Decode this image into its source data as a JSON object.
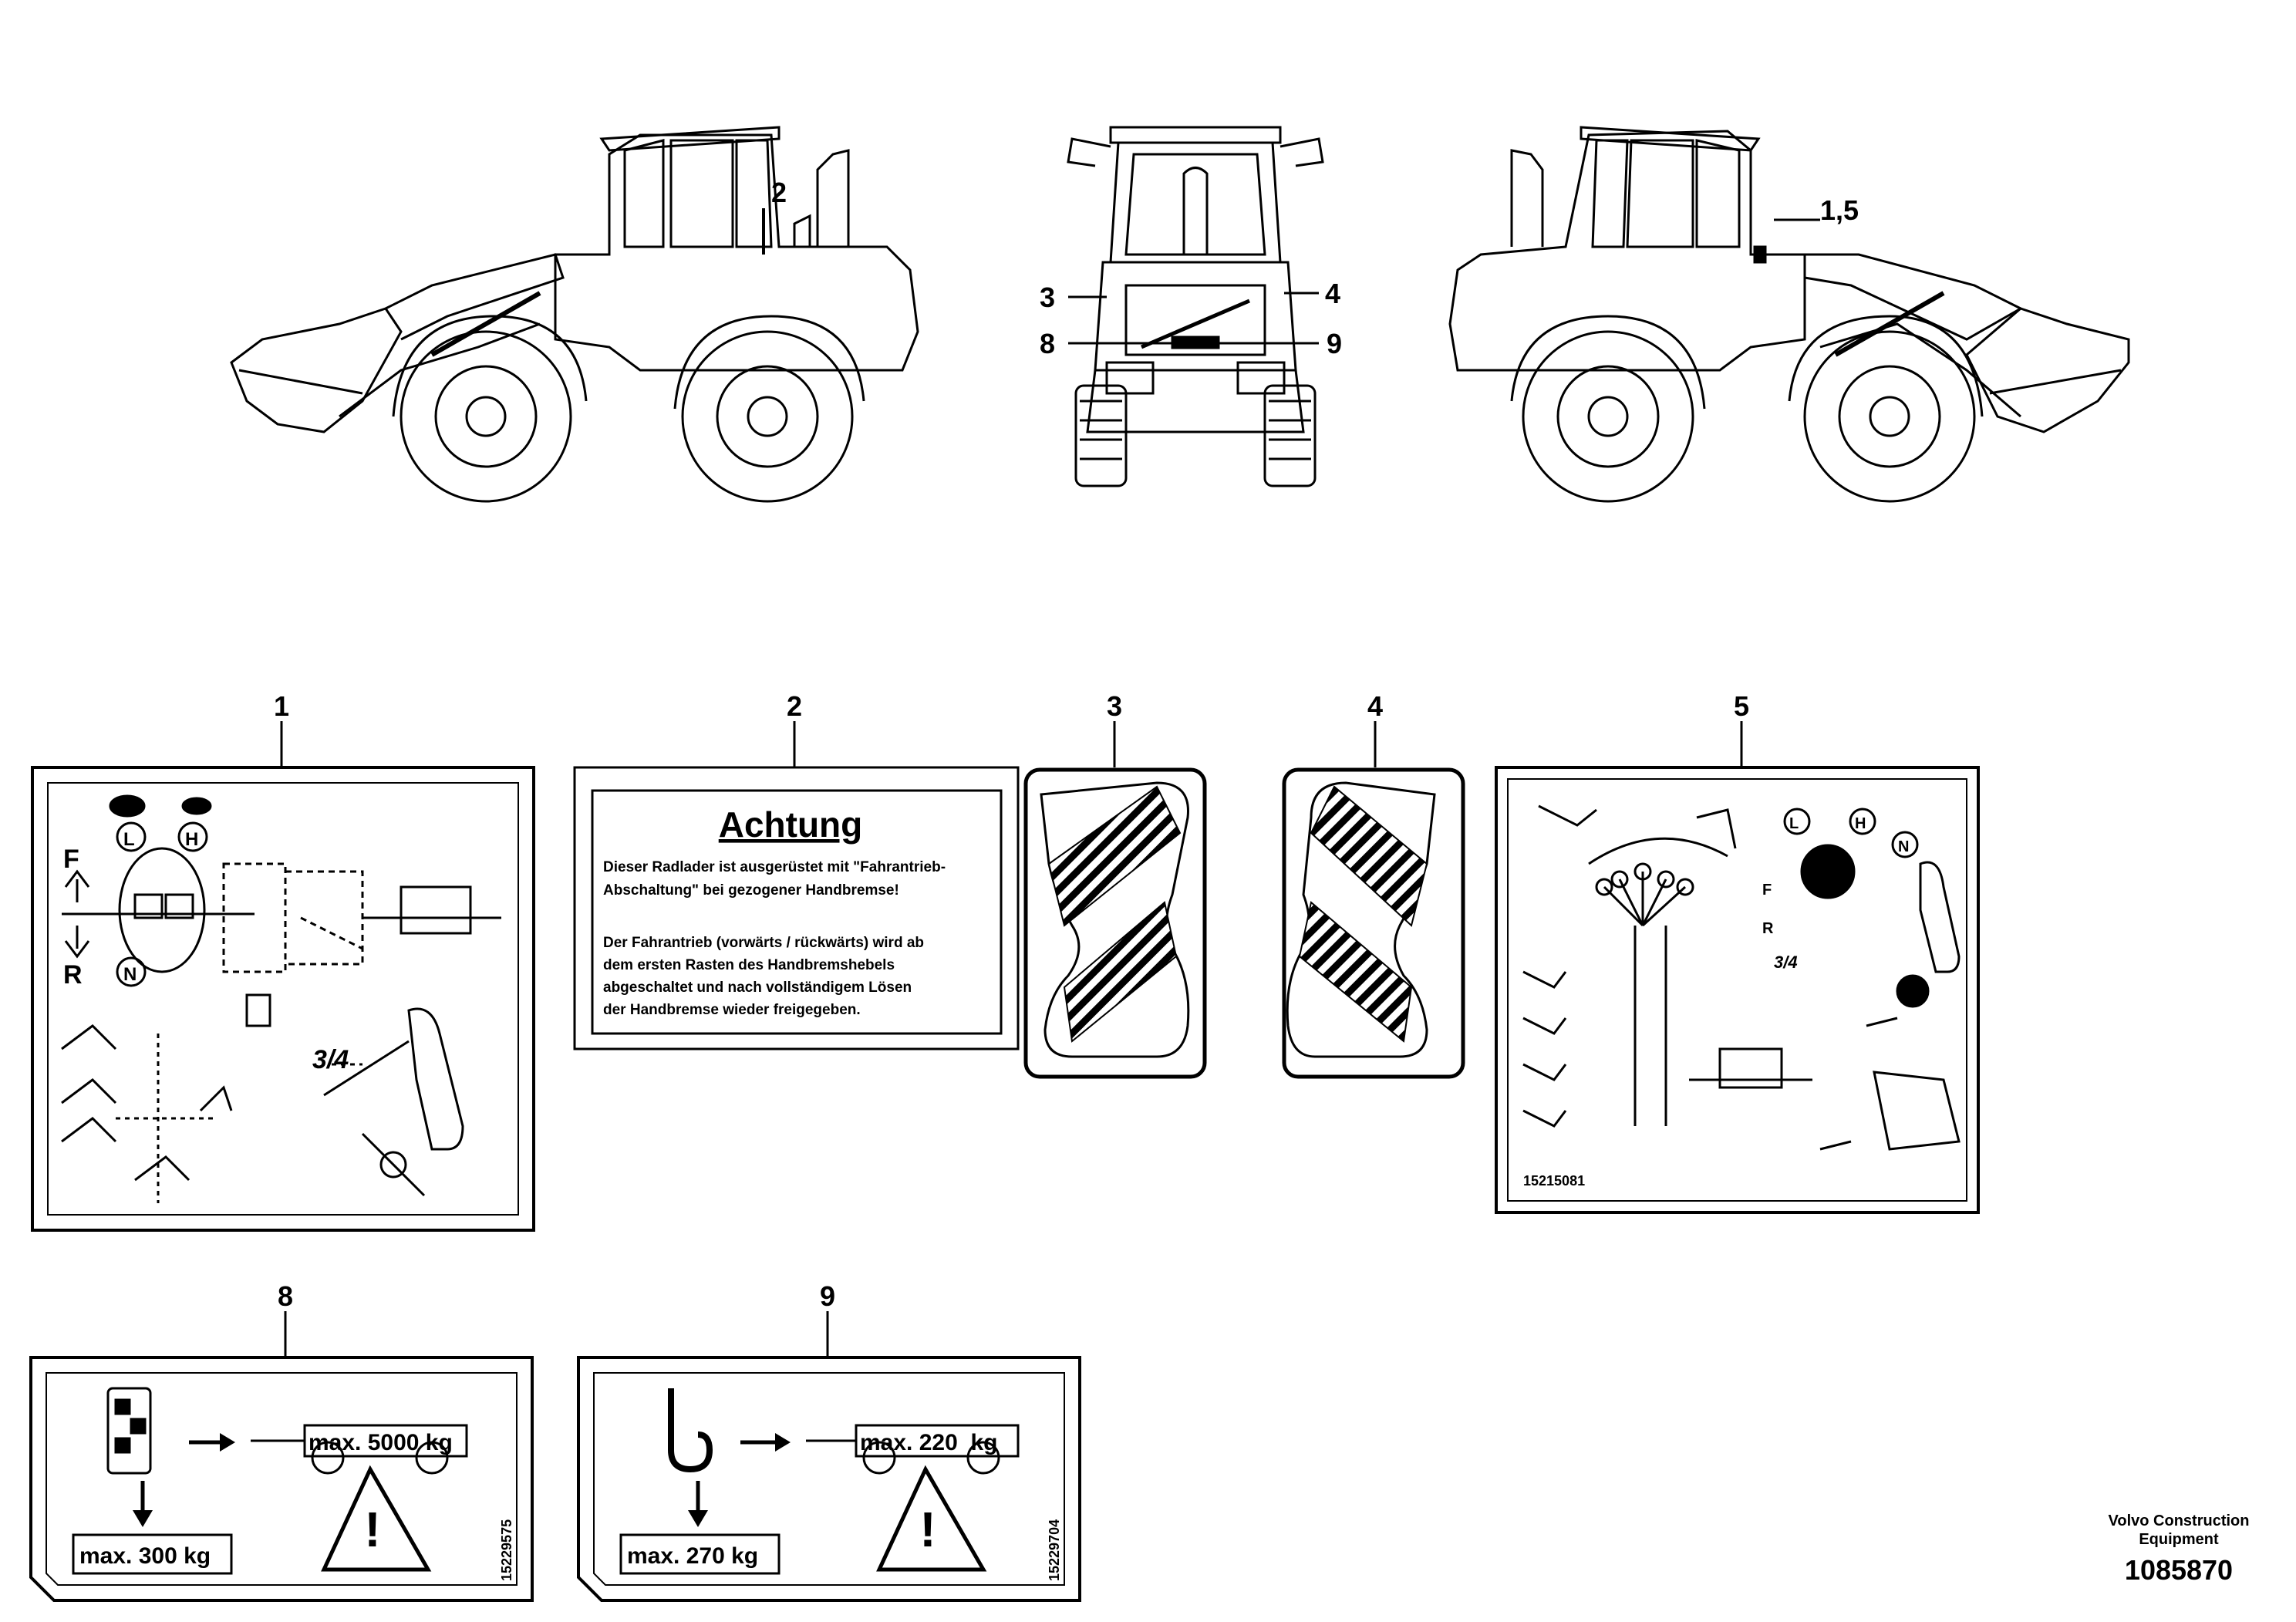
{
  "overview": {
    "callouts": [
      "2",
      "1,5",
      "3",
      "4",
      "8",
      "9"
    ]
  },
  "decals": [
    {
      "number": "1",
      "letters": [
        "F",
        "R",
        "L",
        "H",
        "N"
      ],
      "fraction": "3/4"
    },
    {
      "number": "2",
      "heading": "Achtung",
      "lines": [
        "Dieser Radlader ist ausgerüstet mit \"Fahrantrieb-",
        "Abschaltung\" bei gezogener Handbremse!",
        "",
        "Der Fahrantrieb (vorwärts / rückwärts) wird ab",
        "dem ersten Rasten des Handbremshebels",
        "abgeschaltet und nach vollständigem Lösen",
        "der Handbremse wieder freigegeben."
      ]
    },
    {
      "number": "3"
    },
    {
      "number": "4"
    },
    {
      "number": "5",
      "letters": [
        "L",
        "H",
        "F",
        "R",
        "N"
      ],
      "fraction": "3/4",
      "code": "15215081"
    },
    {
      "number": "8",
      "max_trailer": "max. 5000 kg",
      "max_vertical": "max. 300 kg",
      "code": "15229575"
    },
    {
      "number": "9",
      "max_trailer": "max. 220  kg",
      "max_vertical": "max. 270 kg",
      "code": "15229704"
    }
  ],
  "footer": {
    "company_line1": "Volvo Construction",
    "company_line2": "Equipment",
    "drawing_number": "1085870"
  }
}
